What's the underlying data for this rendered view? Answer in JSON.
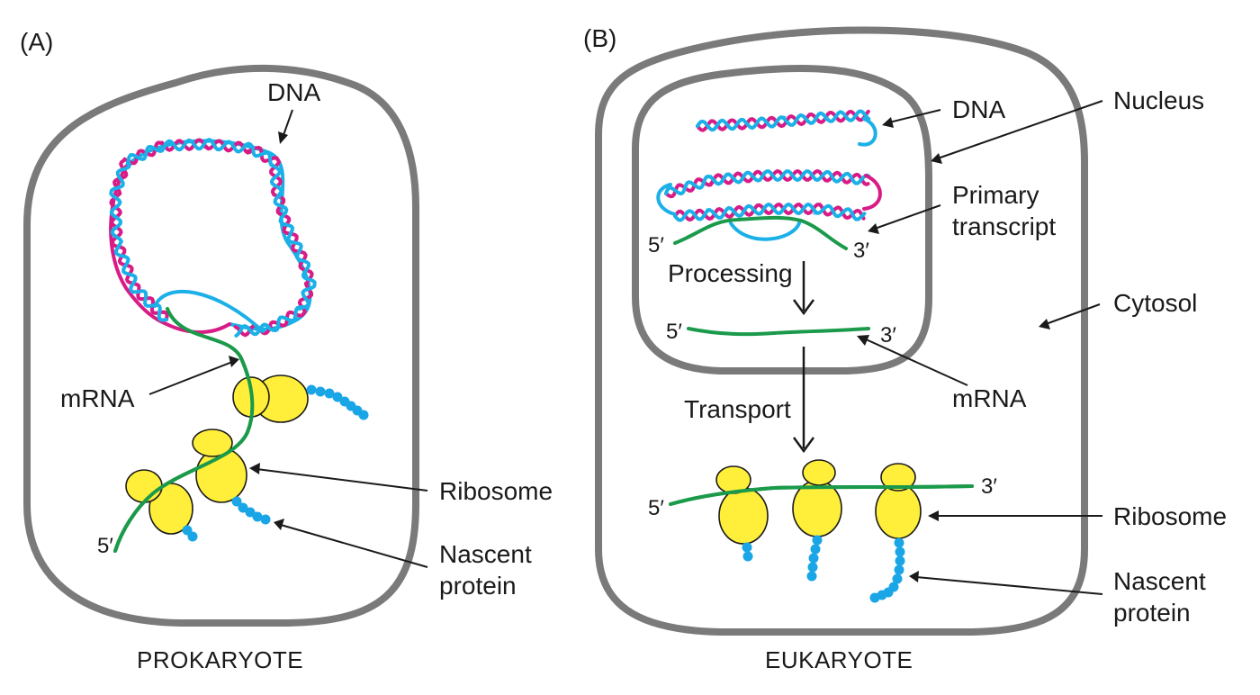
{
  "colors": {
    "cell_outline": "#7a7a7b",
    "dna_strand_1": "#1bb0e8",
    "dna_strand_2": "#d81b86",
    "mrna": "#1a9a4a",
    "ribosome": "#ffef3a",
    "nascent_protein": "#1aa6e6"
  },
  "panel_a": {
    "label": "(A)",
    "caption": "PROKARYOTE",
    "dna_label": "DNA",
    "mrna_label": "mRNA",
    "ribosome_label": "Ribosome",
    "nascent_label_line1": "Nascent",
    "nascent_label_line2": "protein",
    "five_prime": "5′"
  },
  "panel_b": {
    "label": "(B)",
    "caption": "EUKARYOTE",
    "dna_label": "DNA",
    "nucleus_label": "Nucleus",
    "primary_label_line1": "Primary",
    "primary_label_line2": "transcript",
    "cytosol_label": "Cytosol",
    "processing_label": "Processing",
    "transport_label": "Transport",
    "mrna_label": "mRNA",
    "ribosome_label": "Ribosome",
    "nascent_label_line1": "Nascent",
    "nascent_label_line2": "protein",
    "five_prime": "5′",
    "three_prime": "3′"
  }
}
